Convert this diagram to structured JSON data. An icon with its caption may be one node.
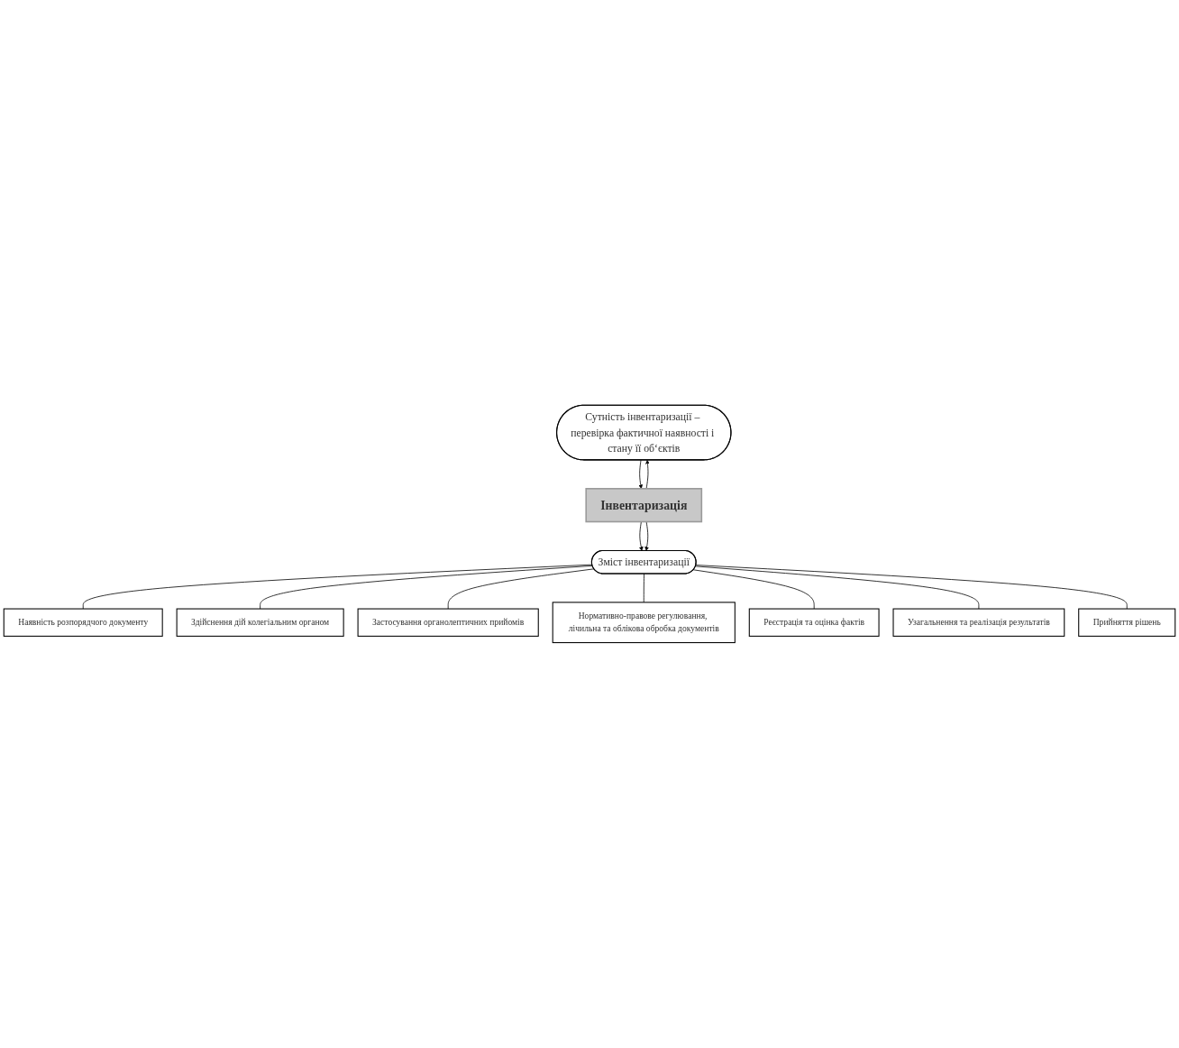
{
  "diagram": {
    "nodes": [
      {
        "text": [
          "Сутність інвентаризації – перевірка фактичної наявності і стану її об‘єктів"
        ]
      },
      {
        "text": [
          "Інвентаризація"
        ]
      },
      {
        "text": [
          "Зміст інвентаризації"
        ]
      },
      {
        "text": [
          "Наявність розпорядчого документу"
        ]
      },
      {
        "text": [
          "Здійснення дій колегіальним органом"
        ]
      },
      {
        "text": [
          "Застосування органолептичних прийомів"
        ]
      },
      {
        "text": [
          "Нормативно-правове регулювання, лічильна та облікова обробка документів"
        ]
      },
      {
        "text": [
          "Реєстрація та оцінка фактів"
        ]
      },
      {
        "text": [
          "Узагальнення та реалізація результатів"
        ]
      },
      {
        "text": [
          "Прийняття рішень"
        ]
      }
    ],
    "edges": [
      {
        "from": 0,
        "to": 1,
        "arrow": "to"
      },
      {
        "from": 1,
        "to": 0,
        "arrow": "to"
      },
      {
        "from": 1,
        "to": 2,
        "arrow": "to"
      },
      {
        "from": 1,
        "to": 2,
        "arrow": "to"
      },
      {
        "from": 2,
        "to": 3,
        "arrow": "none"
      },
      {
        "from": 2,
        "to": 4,
        "arrow": "none"
      },
      {
        "from": 2,
        "to": 5,
        "arrow": "none"
      },
      {
        "from": 2,
        "to": 6,
        "arrow": "none"
      },
      {
        "from": 2,
        "to": 7,
        "arrow": "none"
      },
      {
        "from": 2,
        "to": 8,
        "arrow": "none"
      },
      {
        "from": 2,
        "to": 9,
        "arrow": "none"
      }
    ]
  }
}
